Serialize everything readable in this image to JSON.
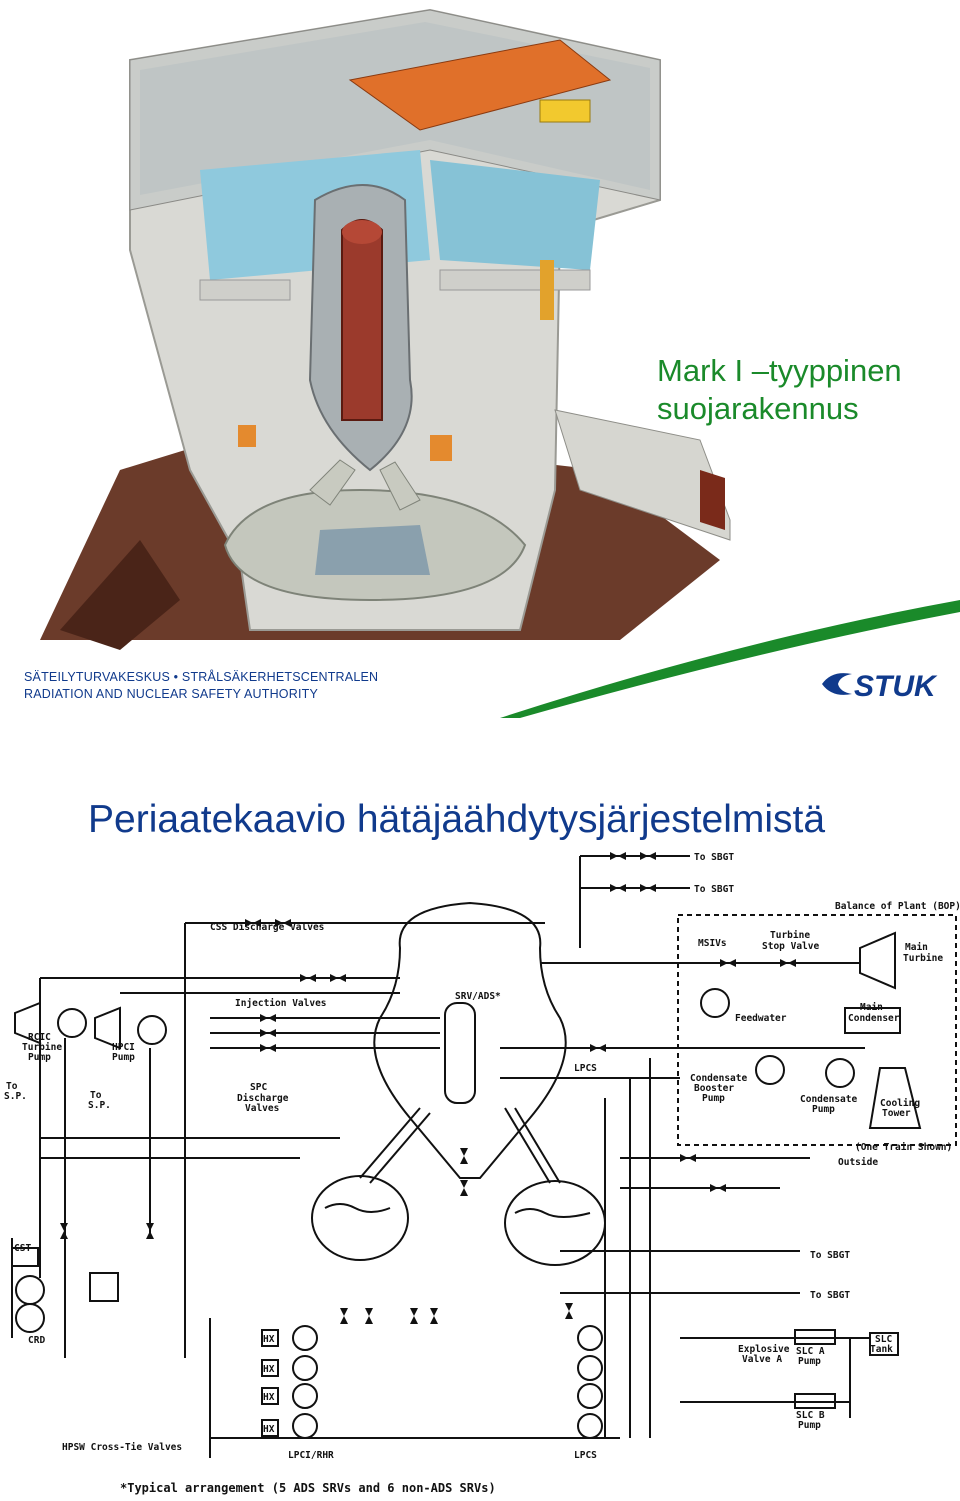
{
  "slide1": {
    "title_line1": "Mark I –tyyppinen",
    "title_line2": "suojarakennus",
    "footer_line1": "SÄTEILYTURVAKESKUS • STRÅLSÄKERHETSCENTRALEN",
    "footer_line2": "RADIATION AND NUCLEAR SAFETY AUTHORITY",
    "logo_text": "STUK",
    "colors": {
      "title": "#1a8a2a",
      "footer": "#103a8c",
      "logo_bar": "#1a8a2a",
      "logo_text": "#103a8c"
    }
  },
  "slide2": {
    "title": "Periaatekaavio hätäjäähdytysjärjestelmistä",
    "diagram_labels": {
      "to_sbgt_1": "To SBGT",
      "to_sbgt_2": "To SBGT",
      "bop": "Balance of Plant (BOP)",
      "css": "CSS Discharge Valves",
      "msivs": "MSIVs",
      "turbine_stop_1": "Turbine",
      "turbine_stop_2": "Stop Valve",
      "main_turbine_1": "Main",
      "main_turbine_2": "Turbine",
      "injection": "Injection Valves",
      "srv_ads": "SRV/ADS*",
      "rcic_1": "RCIC",
      "rcic_2": "Turbine",
      "rcic_3": "Pump",
      "hpci_1": "HPCI",
      "hpci_2": "Pump",
      "to_sp_a1": "To",
      "to_sp_a2": "S.P.",
      "to_sp_b1": "To",
      "to_sp_b2": "S.P.",
      "feedwater": "Feedwater",
      "main_condenser_1": "Main",
      "main_condenser_2": "Condenser",
      "lpcs_top": "LPCS",
      "spc_1": "SPC",
      "spc_2": "Discharge",
      "spc_3": "Valves",
      "cbp_1": "Condensate",
      "cbp_2": "Booster",
      "cbp_3": "Pump",
      "cp_1": "Condensate",
      "cp_2": "Pump",
      "cooling_1": "Cooling",
      "cooling_2": "Tower",
      "one_train": "(One Train Shown)",
      "outside": "Outside",
      "cst": "CST",
      "to_sbgt_3": "To SBGT",
      "to_sbgt_4": "To SBGT",
      "crd": "CRD",
      "hx1": "HX",
      "hx2": "HX",
      "hx3": "HX",
      "hx4": "HX",
      "explosive_1": "Explosive",
      "explosive_2": "Valve A",
      "slc_a_1": "SLC A",
      "slc_a_2": "Pump",
      "slc_b_1": "SLC B",
      "slc_b_2": "Pump",
      "slc_tank_1": "SLC",
      "slc_tank_2": "Tank",
      "hpsw": "HPSW Cross-Tie Valves",
      "lpci": "LPCI/RHR",
      "lpcs_bottom": "LPCS",
      "footnote": "*Typical arrangement (5 ADS SRVs and 6 non-ADS SRVs)"
    }
  }
}
